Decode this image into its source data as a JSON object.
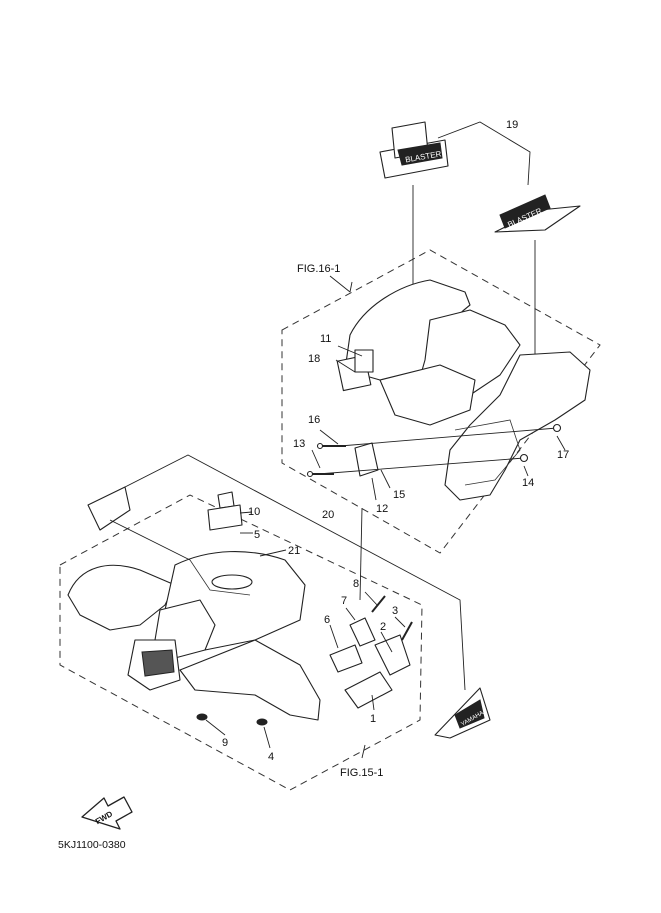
{
  "figure_refs": {
    "fig_16": "FIG.16-1",
    "fig_15": "FIG.15-1"
  },
  "diagram_code": "5KJ1100-0380",
  "fwd_label": "FWD",
  "decal_text": {
    "blaster": "BLASTER",
    "yamaha": "YAMAHA"
  },
  "callouts": [
    "1",
    "2",
    "3",
    "4",
    "5",
    "6",
    "7",
    "8",
    "9",
    "10",
    "11",
    "12",
    "13",
    "14",
    "15",
    "16",
    "17",
    "18",
    "19",
    "20",
    "21"
  ]
}
